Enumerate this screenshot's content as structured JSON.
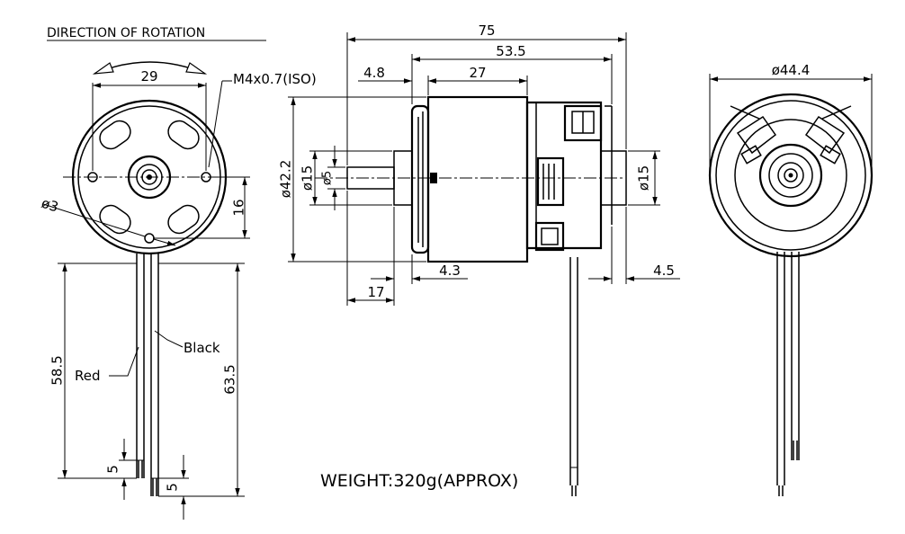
{
  "front_view": {
    "title": "DIRECTION OF ROTATION",
    "thread": "M4x0.7(ISO)",
    "dim_hole_spacing": "29",
    "dim_hole_dia": "ø3",
    "dim_offset": "16",
    "dim_lead_red": "58.5",
    "dim_lead_black": "63.5",
    "dim_strip_red": "5",
    "dim_strip_black": "5",
    "wire_red": "Red",
    "wire_black": "Black"
  },
  "side_view": {
    "dim_total": "75",
    "dim_body": "53.5",
    "dim_flange": "4.8",
    "dim_can": "27",
    "dim_body_dia": "ø42.2",
    "dim_boss_dia": "ø15",
    "dim_shaft_dia": "ø5",
    "dim_rear_boss_dia": "ø15",
    "dim_shaft_len": "17",
    "dim_boss_len": "4.3",
    "dim_rear_boss_len": "4.5"
  },
  "rear_view": {
    "dim_outer_dia": "ø44.4"
  },
  "weight": "WEIGHT:320g(APPROX)"
}
